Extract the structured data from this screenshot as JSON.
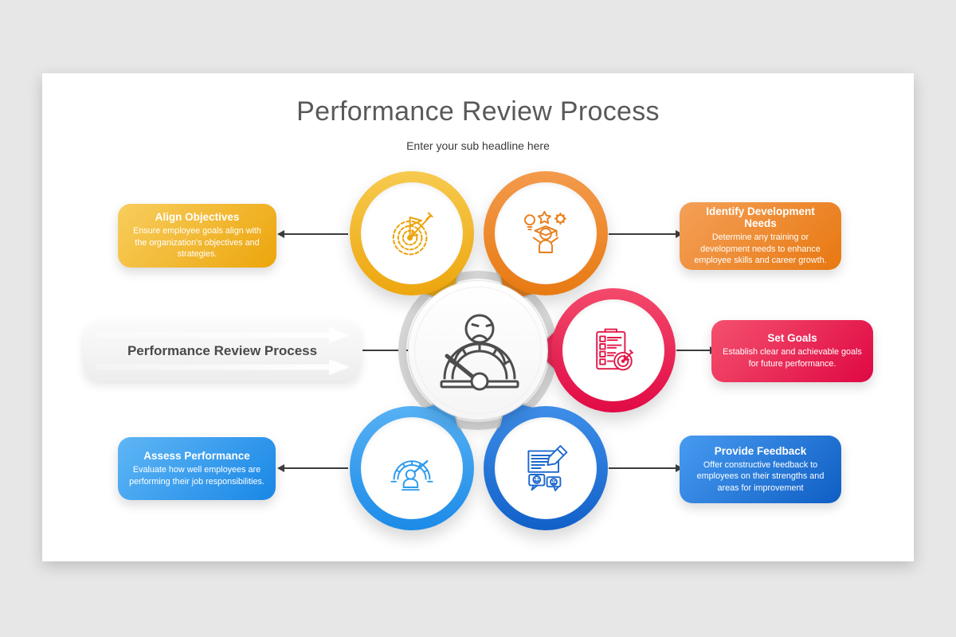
{
  "header": {
    "title": "Performance Review Process",
    "subtitle": "Enter your sub headline here"
  },
  "hub": {
    "label": "Performance Review Process",
    "icon": "sad-face-gauge-icon",
    "ring_color": "#d8d8d8"
  },
  "steps": [
    {
      "key": "align-objectives",
      "title": "Align Objectives",
      "description": "Ensure employee goals align with the organization's objectives and strategies.",
      "icon": "target-flag-icon",
      "color_light": "#F7CA4E",
      "color_dark": "#EDA60E"
    },
    {
      "key": "identify-development-needs",
      "title": "Identify Development Needs",
      "description": "Determine any training or development needs to enhance employee skills and career growth.",
      "icon": "graduate-ideas-icon",
      "color_light": "#F39A4C",
      "color_dark": "#E87A12"
    },
    {
      "key": "set-goals",
      "title": "Set Goals",
      "description": "Establish clear and achievable goals for future performance.",
      "icon": "checklist-target-icon",
      "color_light": "#F34A6B",
      "color_dark": "#E10A45"
    },
    {
      "key": "provide-feedback",
      "title": "Provide Feedback",
      "description": "Offer constructive feedback to employees on their strengths and areas for improvement",
      "icon": "feedback-note-icon",
      "color_light": "#3E8EE9",
      "color_dark": "#1160C8"
    },
    {
      "key": "assess-performance",
      "title": "Assess Performance",
      "description": "Evaluate how well employees are performing their job responsibilities.",
      "icon": "performance-gauge-icon",
      "color_light": "#57B1F4",
      "color_dark": "#1C8BE8"
    }
  ]
}
